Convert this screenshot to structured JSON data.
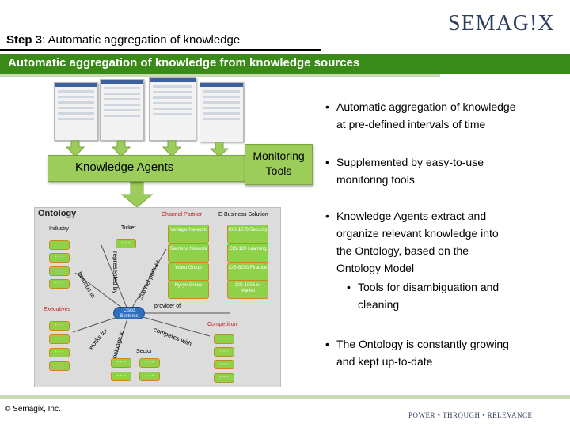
{
  "brand": {
    "logo": "SEMAG!X",
    "tagline": "POWER • THROUGH • RELEVANCE"
  },
  "header": {
    "step_label": "Step 3",
    "step_title": ": Automatic aggregation of knowledge"
  },
  "banner": {
    "text": "Automatic aggregation of knowledge from knowledge sources"
  },
  "diagram": {
    "agents_label": "Knowledge Agents",
    "monitoring_label_1": "Monitoring",
    "monitoring_label_2": "Tools",
    "ontology": {
      "title": "Ontology",
      "industry": "Industry",
      "ticker": "Ticker",
      "channel_partner": "Channel Partner",
      "ebusiness": "E-Business Solution",
      "executives": "Executives",
      "competition": "Competition",
      "sector": "Sector",
      "node_text": "- - -",
      "cisco": "Cisco Systems",
      "provider_of": "provider of",
      "rel_represented_by": "represented by",
      "rel_belongs_to": "belongs to",
      "rel_channel_partner": "channel partner",
      "rel_works_for": "works for",
      "rel_belongs_to_2": "belongs to",
      "rel_competes_with": "competes with",
      "partners": [
        "Voyager Network",
        "Siemens Network",
        "Waxo Group",
        "Illysys Group"
      ],
      "solutions": [
        "CIS-1270 Security",
        "CIS-120 Learning",
        "CIS-6250 Finance",
        "CIS-1005 e-Market"
      ]
    }
  },
  "bullets": [
    {
      "line1": "Automatic aggregation of knowledge",
      "line2": "at pre-defined intervals of time"
    },
    {
      "line1": "Supplemented by easy-to-use",
      "line2": "monitoring tools"
    },
    {
      "line1": "Knowledge Agents extract and",
      "line2": "organize relevant knowledge into",
      "line3": "the Ontology, based on the",
      "line4": "Ontology Model"
    },
    {
      "line1": "The Ontology is constantly growing",
      "line2": "and kept up-to-date"
    }
  ],
  "sub_bullet": {
    "line1": "Tools for disambiguation and",
    "line2": "cleaning"
  },
  "footer": {
    "copyright": "© Semagix, Inc."
  }
}
